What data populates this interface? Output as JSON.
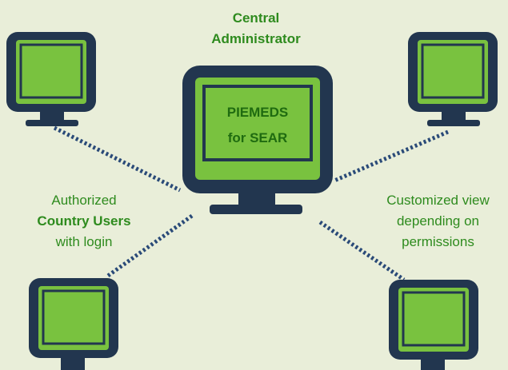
{
  "central": {
    "title_line1": "Central",
    "title_line2": "Administrator",
    "screen_line1": "PIEMEDS",
    "screen_line2": "for SEAR"
  },
  "left_label": {
    "line1": "Authorized",
    "line2": "Country Users",
    "line3": "with login"
  },
  "right_label": {
    "line1": "Customized view",
    "line2": "depending on",
    "line3": "permissions"
  },
  "colors": {
    "background": "#e9eed9",
    "monitor_frame": "#22364f",
    "screen_green": "#79c23f",
    "text_green": "#2e8b1e",
    "connector": "#2a4a78"
  }
}
